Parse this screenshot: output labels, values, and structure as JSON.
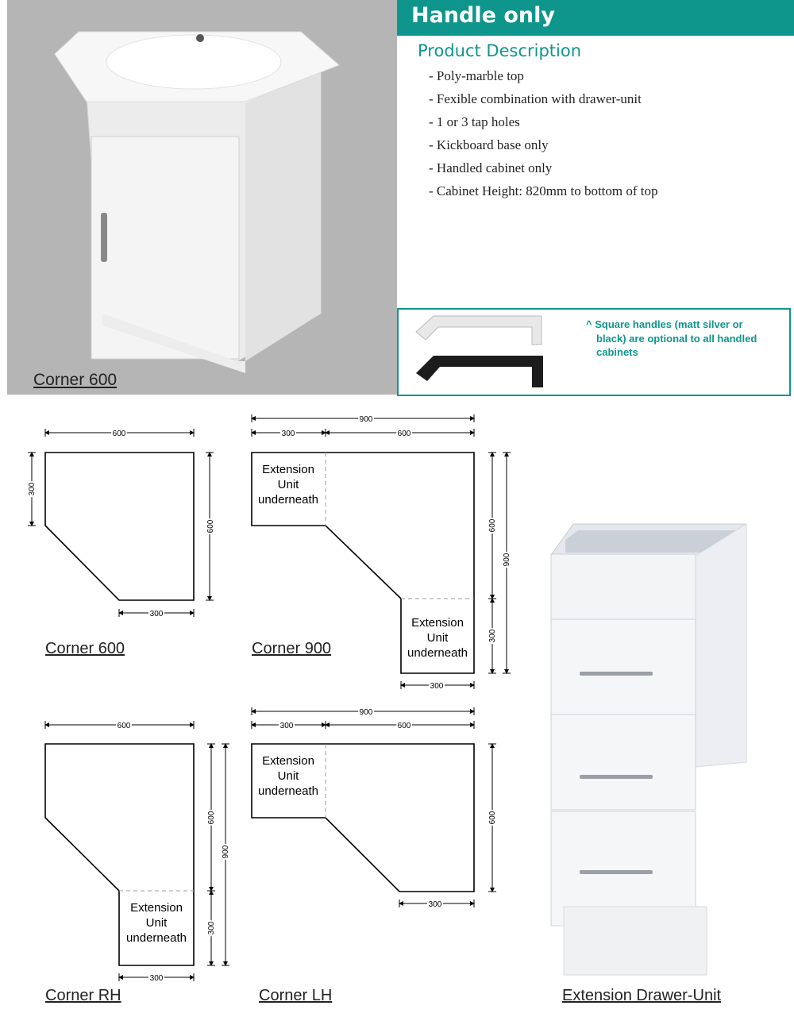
{
  "header": {
    "title": "Handle only"
  },
  "description": {
    "heading": "Product Description",
    "items": [
      "- Poly-marble top",
      "- Fexible combination with drawer-unit",
      "- 1 or 3 tap holes",
      "- Kickboard base only",
      "- Handled cabinet only",
      "- Cabinet Height: 820mm to bottom of top"
    ]
  },
  "photo": {
    "caption": "Corner 600"
  },
  "handles": {
    "note_line1": "^ Square handles (matt silver or",
    "note_line2": "black) are optional to all handled",
    "note_line3": "cabinets"
  },
  "diagrams": {
    "corner600": {
      "caption": "Corner 600",
      "dim_top": "600",
      "dim_left": "300",
      "dim_right": "600",
      "dim_bottom": "300"
    },
    "corner900": {
      "caption": "Corner 900",
      "dim_total": "900",
      "dim_a": "300",
      "dim_b": "600",
      "dim_right_upper": "600",
      "dim_right_lower": "300",
      "dim_right_total": "900",
      "dim_bottom": "300",
      "ext_top": [
        "Extension",
        "Unit",
        "underneath"
      ],
      "ext_bottom": [
        "Extension",
        "Unit",
        "underneath"
      ]
    },
    "cornerRH": {
      "caption": "Corner RH",
      "dim_top": "600",
      "dim_right_upper": "600",
      "dim_right_lower": "300",
      "dim_right_total": "900",
      "dim_bottom": "300",
      "ext": [
        "Extension",
        "Unit",
        "underneath"
      ]
    },
    "cornerLH": {
      "caption": "Corner LH",
      "dim_total": "900",
      "dim_a": "300",
      "dim_b": "600",
      "dim_right": "600",
      "dim_bottom": "300",
      "ext": [
        "Extension",
        "Unit",
        "underneath"
      ]
    }
  },
  "drawer_unit": {
    "caption": "Extension Drawer-Unit"
  },
  "colors": {
    "accent": "#0e968c",
    "photo_bg": "#b5b5b5"
  }
}
